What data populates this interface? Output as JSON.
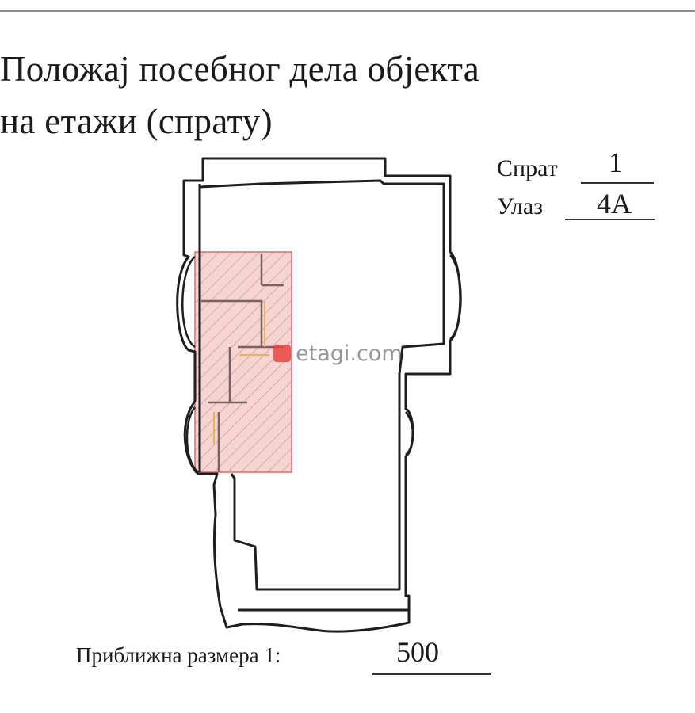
{
  "title": {
    "line1": "Положај посебног дела објекта",
    "line2": "на етажи (спрату)"
  },
  "floor": {
    "label": "Спрат",
    "value": "1"
  },
  "entrance": {
    "label": "Улаз",
    "value": "4А"
  },
  "scale": {
    "label": "Приближна размера  1:",
    "value": "500"
  },
  "watermark": {
    "text": "etagi.com"
  },
  "colors": {
    "outline": "#1e1e1e",
    "highlight_fill": "#f6d4d2",
    "highlight_hatch": "#c99a98",
    "highlight_border": "#e26a6a",
    "walls_inner": "#e9b060"
  },
  "icons": [
    "watermark-logo-icon"
  ]
}
